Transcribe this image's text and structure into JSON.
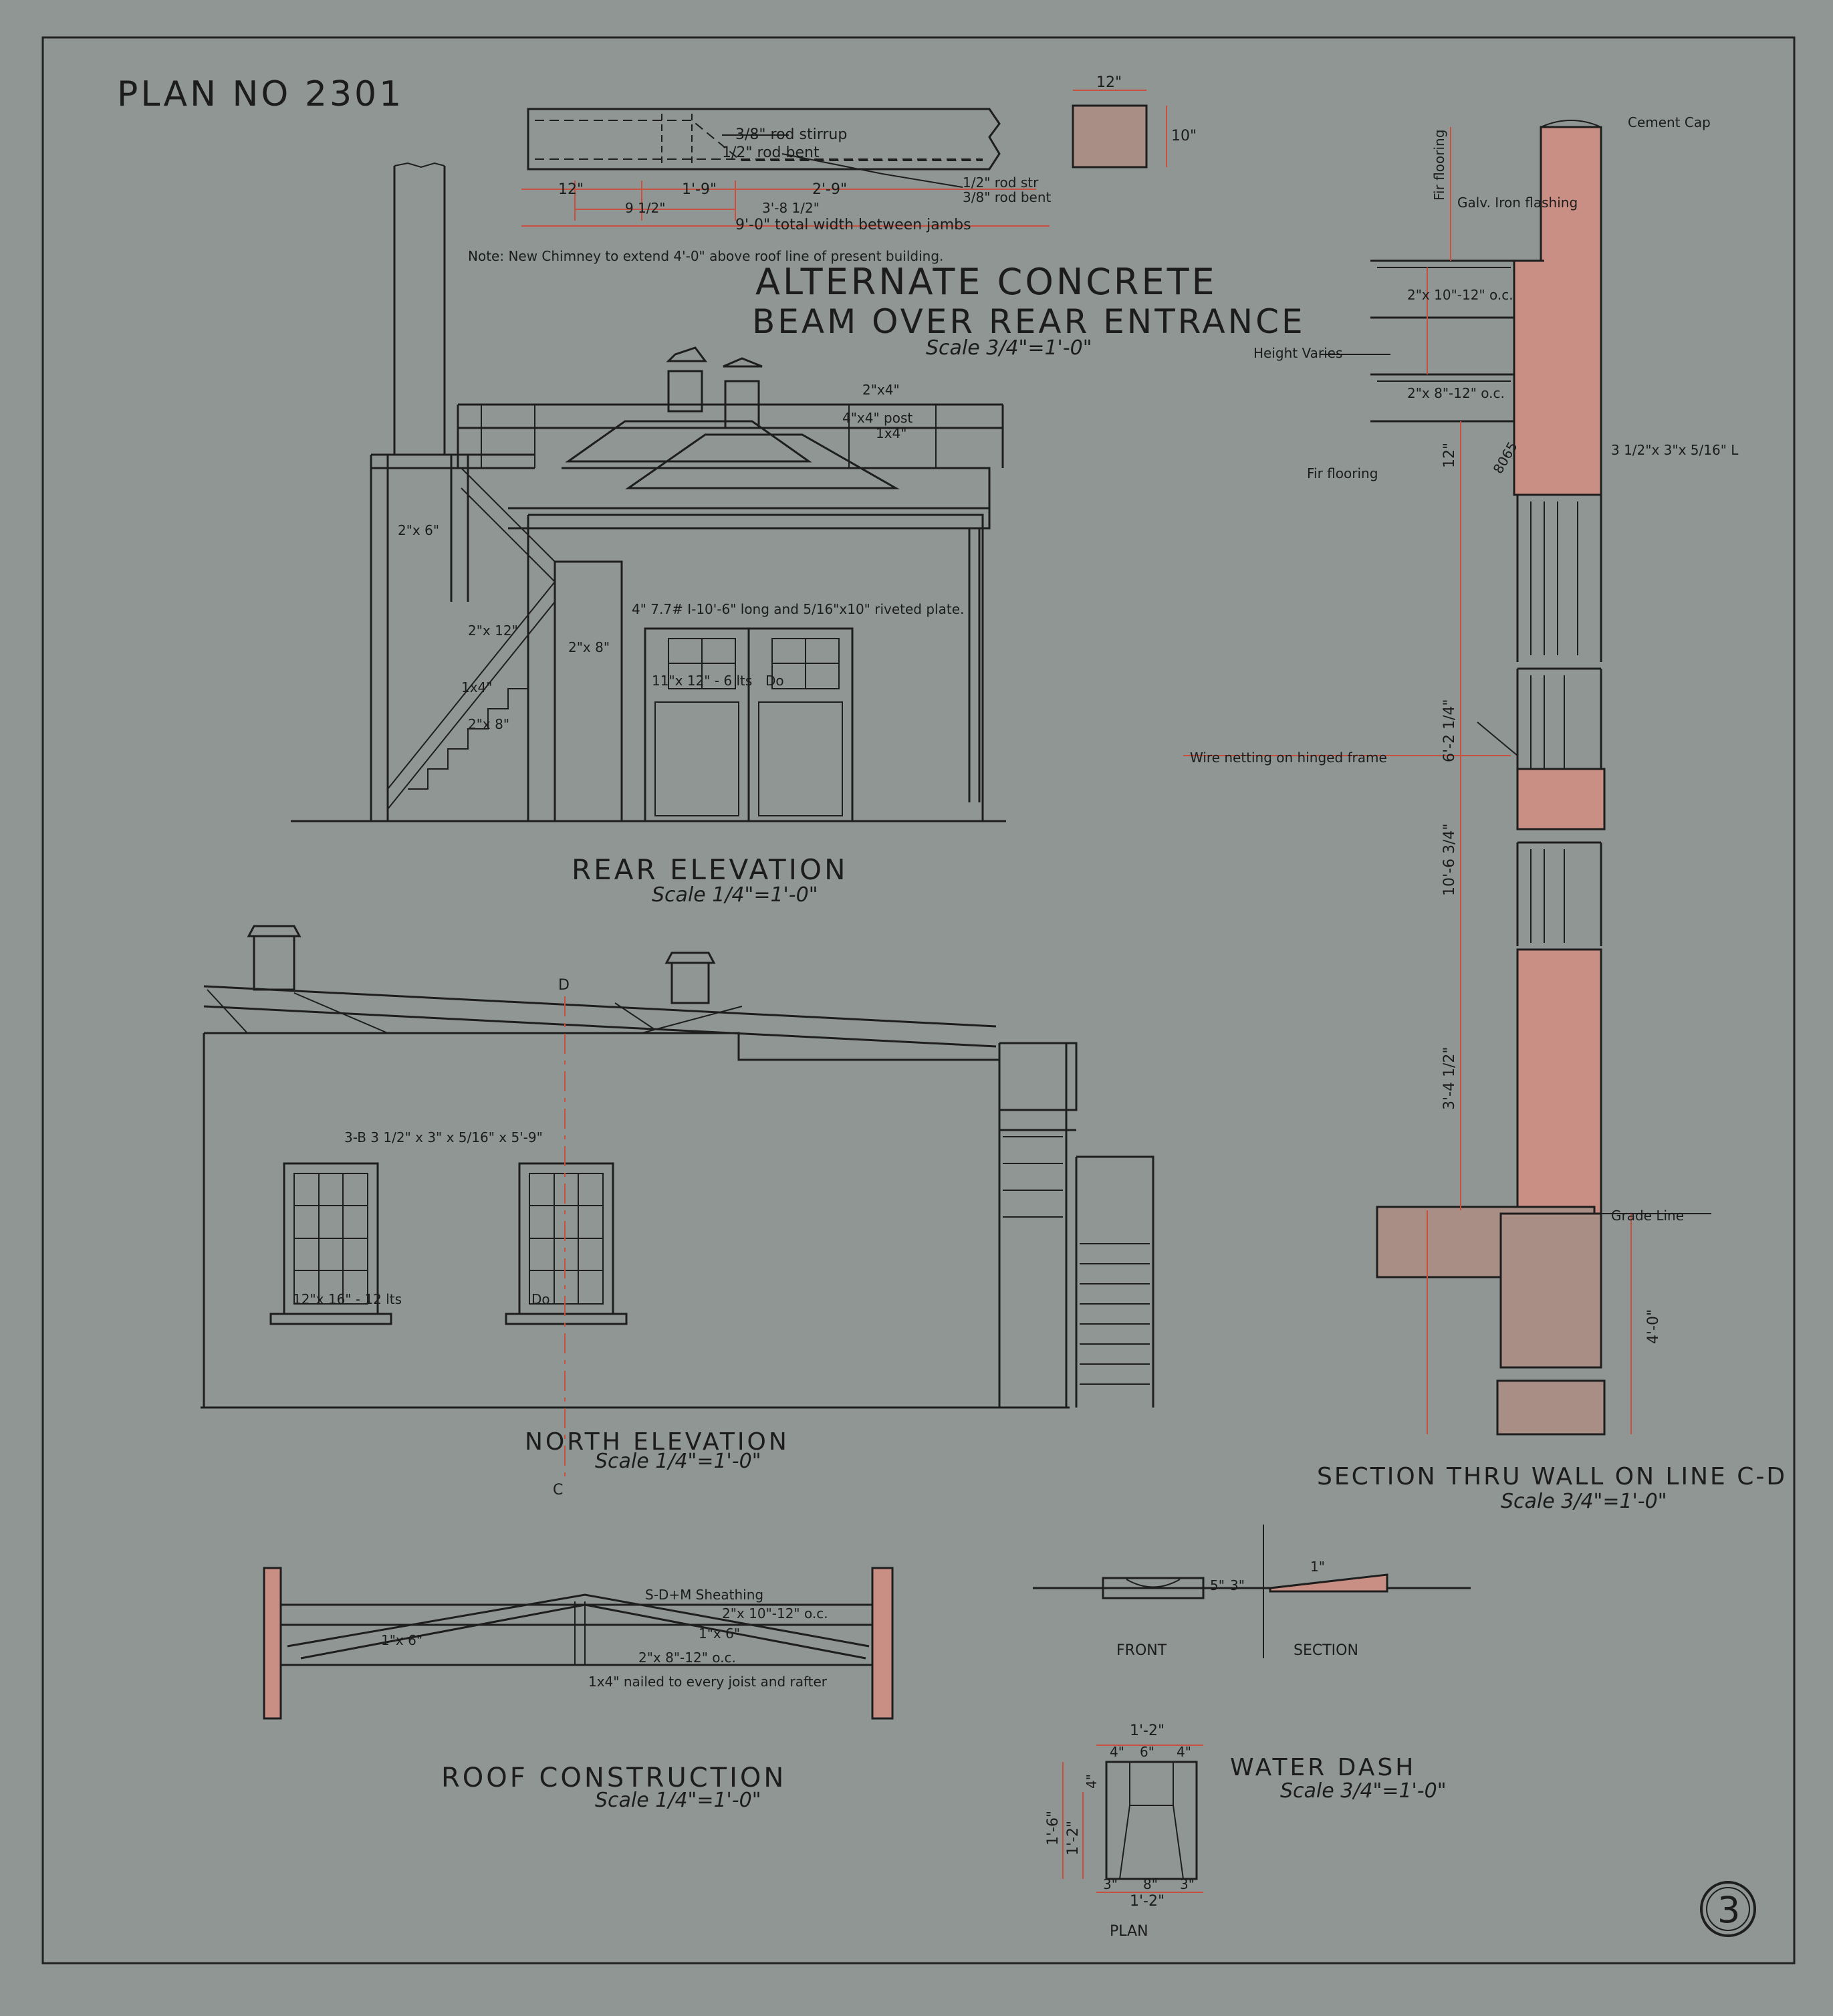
{
  "sheet": {
    "plan_no": "PLAN NO 2301",
    "sheet_number": "3"
  },
  "beam_detail": {
    "title_line1": "ALTERNATE CONCRETE",
    "title_line2": "BEAM OVER REAR ENTRANCE",
    "scale": "Scale 3/4\"=1'-0\"",
    "notes": {
      "stirrup": "3/8\" rod stirrup",
      "bent": "1/2\" rod bent",
      "str": "1/2\" rod str",
      "bent2": "3/8\" rod bent"
    },
    "dims": {
      "d12": "12\"",
      "d1_9": "1'-9\"",
      "d2_9": "2'-9\"",
      "d9_5": "9 1/2\"",
      "d3_8": "3'-8 1/2\"",
      "total": "9'-0\" total width between jambs",
      "sec_w": "12\"",
      "sec_h": "10\""
    }
  },
  "rear_elevation": {
    "title": "REAR ELEVATION",
    "scale": "Scale 1/4\"=1'-0\"",
    "chimney_note": "Note: New Chimney to extend 4'-0\" above roof line of present building.",
    "notes": {
      "rail": "2\"x4\"",
      "post": "4\"x4\" post",
      "post2": "1x4\"",
      "step": "2\"x 6\"",
      "beam": "4\" 7.7# I-10'-6\" long and 5/16\"x10\" riveted plate.",
      "lights": "11\"x 12\" - 6 lts",
      "do": "Do",
      "stair1": "2\"x 8\"",
      "stair2": "2\"x 12\"",
      "stair3": "2\"x 8\"",
      "stair4": "1x4\""
    }
  },
  "north_elevation": {
    "title": "NORTH ELEVATION",
    "scale": "Scale 1/4\"=1'-0\"",
    "window_note": "3-B 3 1/2\" x 3\" x 5/16\" x 5'-9\"",
    "lights": "12\"x 16\" - 12 lts",
    "do": "Do",
    "cut_top": "D",
    "cut_bottom": "C"
  },
  "wall_section": {
    "title": "SECTION THRU WALL ON LINE C-D",
    "scale": "Scale 3/4\"=1'-0\"",
    "notes": {
      "cement_cap": "Cement Cap",
      "fir_flooring_top": "Fir flooring",
      "flashing": "Galv. Iron flashing",
      "joist_top": "2\"x 10\"-12\" o.c.",
      "height_varies": "Height Varies",
      "joist_bottom": "2\"x 8\"-12\" o.c.",
      "angle": "3 1/2\"x 3\"x 5/16\" L",
      "fir_flooring": "Fir flooring",
      "wire": "Wire netting on hinged frame",
      "grade": "Grade Line",
      "d12": "12\"",
      "d6_2": "6'-2 1/4\"",
      "d10_6": "10'-6 3/4\"",
      "d3_4": "3'-4 1/2\"",
      "d4_0": "4'-0\"",
      "d8065": "8065"
    }
  },
  "roof_construction": {
    "title": "ROOF CONSTRUCTION",
    "scale": "Scale 1/4\"=1'-0\"",
    "notes": {
      "sheathing": "S-D+M Sheathing",
      "joist": "2\"x 10\"-12\" o.c.",
      "rafter_l": "1\"x 6\"",
      "rafter_r": "1\"x 6\"",
      "joist2": "2\"x 8\"-12\" o.c.",
      "nailed": "1x4\" nailed to every joist and rafter"
    }
  },
  "water_dash": {
    "title": "WATER DASH",
    "scale": "Scale 3/4\"=1'-0\"",
    "front": "FRONT",
    "section": "SECTION",
    "plan": "PLAN",
    "dims": {
      "top": "1'-2\"",
      "d4a": "4\"",
      "d6": "6\"",
      "d4b": "4\"",
      "left": "1'-6\"",
      "inner": "1'-2\"",
      "d4v": "4\"",
      "d3a": "3\"",
      "d8": "8\"",
      "d3b": "3\"",
      "bottom": "1'-2\"",
      "one": "1\"",
      "five": "5\"",
      "three": "3\""
    }
  }
}
